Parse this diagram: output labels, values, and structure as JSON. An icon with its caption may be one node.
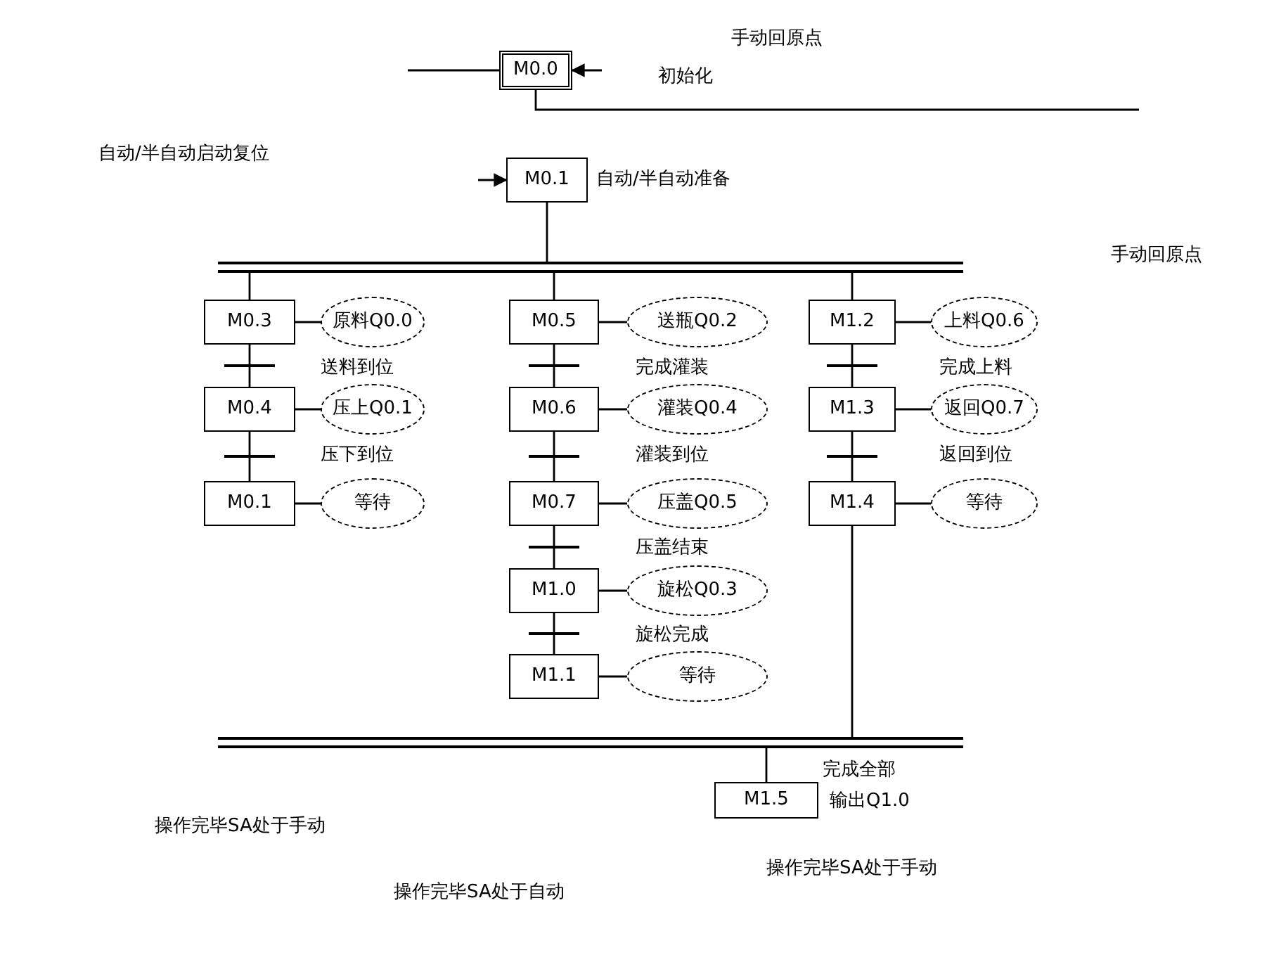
{
  "diagram": {
    "nodes": [
      {
        "text": [
          "M0.0"
        ]
      },
      {
        "text": [
          "M0.1"
        ],
        "beside": [
          "自动/半自动准备"
        ]
      },
      {
        "text": [],
        "shape": "bar"
      },
      {
        "text": [
          "M0.3"
        ]
      },
      {
        "text": [
          "原料Q0.0"
        ]
      },
      {
        "text": [
          "M0.4"
        ]
      },
      {
        "text": [
          "压上Q0.1"
        ]
      },
      {
        "text": [
          "M0.1"
        ]
      },
      {
        "text": [
          "等待"
        ]
      },
      {
        "text": [
          "M0.5"
        ]
      },
      {
        "text": [
          "送瓶Q0.2"
        ]
      },
      {
        "text": [
          "M0.6"
        ]
      },
      {
        "text": [
          "灌装Q0.4"
        ]
      },
      {
        "text": [
          "M0.7"
        ]
      },
      {
        "text": [
          "压盖Q0.5"
        ]
      },
      {
        "text": [
          "M1.0"
        ]
      },
      {
        "text": [
          "旋松Q0.3"
        ]
      },
      {
        "text": [
          "M1.1"
        ]
      },
      {
        "text": [
          "等待"
        ]
      },
      {
        "text": [
          "M1.2"
        ]
      },
      {
        "text": [
          "上料Q0.6"
        ]
      },
      {
        "text": [
          "M1.3"
        ]
      },
      {
        "text": [
          "返回Q0.7"
        ]
      },
      {
        "text": [
          "M1.4"
        ]
      },
      {
        "text": [
          "等待"
        ]
      },
      {
        "text": [],
        "shape": "bar"
      },
      {
        "text": [
          "M1.5"
        ],
        "beside": [
          "输出Q1.0"
        ]
      }
    ],
    "edges": [
      {
        "from": null,
        "to": 0,
        "arrow": "none"
      },
      {
        "from": null,
        "to": 0,
        "arrow": "to"
      },
      {
        "from": 0,
        "to": null,
        "arrow": "none"
      },
      {
        "from": null,
        "to": 1,
        "arrow": "to"
      },
      {
        "from": 1,
        "to": 2,
        "arrow": "none"
      },
      {
        "from": 2,
        "to": 3,
        "arrow": "none"
      },
      {
        "from": 2,
        "to": 9,
        "arrow": "none"
      },
      {
        "from": 2,
        "to": 19,
        "arrow": "none"
      },
      {
        "from": 3,
        "to": 5,
        "arrow": "none"
      },
      {
        "from": 5,
        "to": 7,
        "arrow": "none"
      },
      {
        "from": 9,
        "to": 11,
        "arrow": "none"
      },
      {
        "from": 11,
        "to": 13,
        "arrow": "none"
      },
      {
        "from": 13,
        "to": 15,
        "arrow": "none"
      },
      {
        "from": 15,
        "to": 17,
        "arrow": "none"
      },
      {
        "from": 19,
        "to": 21,
        "arrow": "none"
      },
      {
        "from": 21,
        "to": 23,
        "arrow": "none"
      },
      {
        "from": 23,
        "to": 25,
        "arrow": "none"
      },
      {
        "from": 25,
        "to": 26,
        "arrow": "none"
      },
      {
        "from": 3,
        "to": 4,
        "arrow": "none"
      },
      {
        "from": 5,
        "to": 6,
        "arrow": "none"
      },
      {
        "from": 7,
        "to": 8,
        "arrow": "none"
      },
      {
        "from": 9,
        "to": 10,
        "arrow": "none"
      },
      {
        "from": 11,
        "to": 12,
        "arrow": "none"
      },
      {
        "from": 13,
        "to": 14,
        "arrow": "none"
      },
      {
        "from": 15,
        "to": 16,
        "arrow": "none"
      },
      {
        "from": 17,
        "to": 18,
        "arrow": "none"
      },
      {
        "from": 19,
        "to": 20,
        "arrow": "none"
      },
      {
        "from": 21,
        "to": 22,
        "arrow": "none"
      },
      {
        "from": 23,
        "to": 24,
        "arrow": "none"
      }
    ],
    "labels": [
      "手动回原点",
      "初始化",
      "自动/半自动启动复位",
      "手动回原点",
      "送料到位",
      "压下到位",
      "完成灌装",
      "灌装到位",
      "压盖结束",
      "旋松完成",
      "完成上料",
      "返回到位",
      "完成全部",
      "操作完毕SA处于手动",
      "操作完毕SA处于自动",
      "操作完毕SA处于手动"
    ]
  }
}
